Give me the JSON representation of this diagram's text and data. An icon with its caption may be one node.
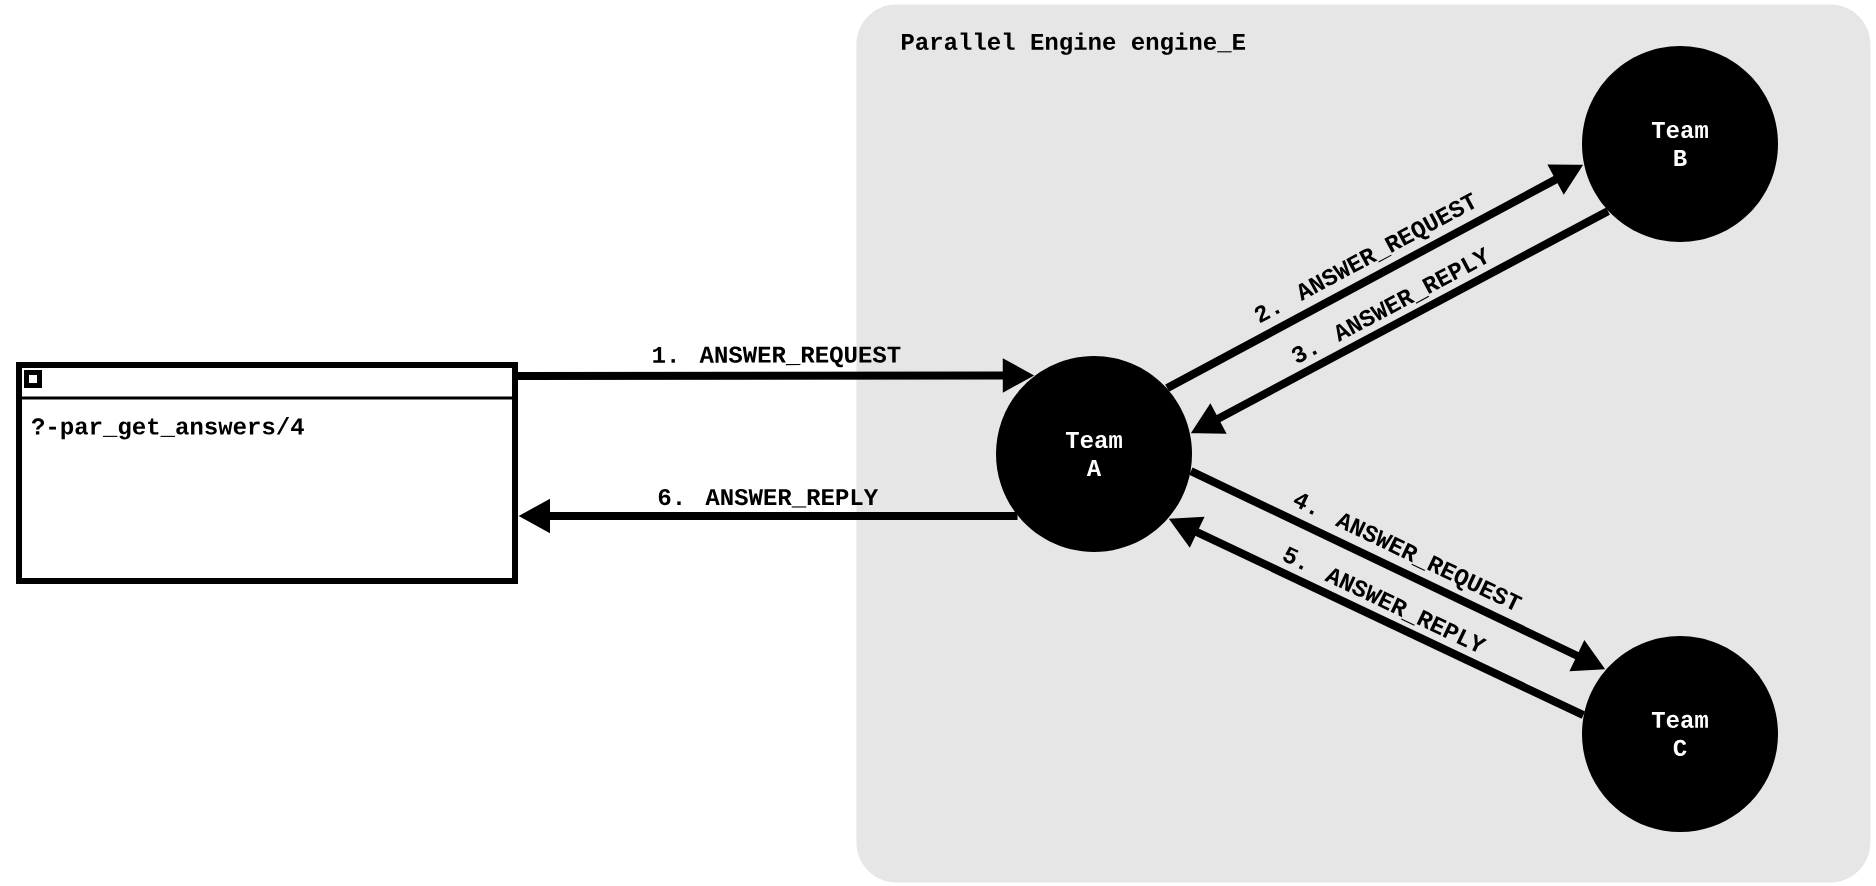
{
  "diagram": {
    "nodes": [
      {
        "text": [
          "Parallel Engine engine_E"
        ]
      },
      {
        "text": [
          "?-par_get_answers/4"
        ]
      },
      {
        "text": [
          "Team A"
        ],
        "in": 0
      },
      {
        "text": [
          "Team B"
        ],
        "in": 0
      },
      {
        "text": [
          "Team C"
        ],
        "in": 0
      }
    ],
    "edges": [
      {
        "from": 1,
        "to": 2,
        "arrow": "to",
        "label": "1. ANSWER_REQUEST"
      },
      {
        "from": 2,
        "to": 3,
        "arrow": "to",
        "label": "2. ANSWER_REQUEST"
      },
      {
        "from": 3,
        "to": 2,
        "arrow": "to",
        "label": "3. ANSWER_REPLY"
      },
      {
        "from": 2,
        "to": 4,
        "arrow": "to",
        "label": "4. ANSWER_REQUEST"
      },
      {
        "from": 4,
        "to": 2,
        "arrow": "to",
        "label": "5. ANSWER_REPLY"
      },
      {
        "from": 2,
        "to": 1,
        "arrow": "to",
        "label": "6. ANSWER_REPLY"
      }
    ]
  }
}
